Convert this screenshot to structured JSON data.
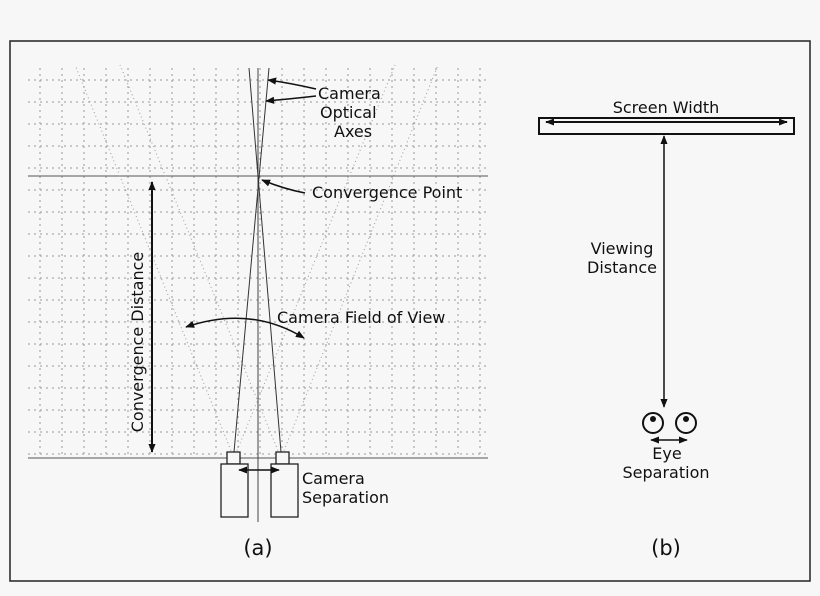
{
  "panel_a": {
    "caption": "(a)",
    "labels": {
      "camera_optical_axes": [
        "Camera",
        "Optical",
        "Axes"
      ],
      "convergence_point": "Convergence Point",
      "convergence_distance": "Convergence Distance",
      "camera_field_of_view": "Camera Field of View",
      "camera_separation": [
        "Camera",
        "Separation"
      ]
    }
  },
  "panel_b": {
    "caption": "(b)",
    "labels": {
      "screen_width": "Screen Width",
      "viewing_distance": [
        "Viewing",
        "Distance"
      ],
      "eye_separation": [
        "Eye",
        "Separation"
      ]
    }
  }
}
